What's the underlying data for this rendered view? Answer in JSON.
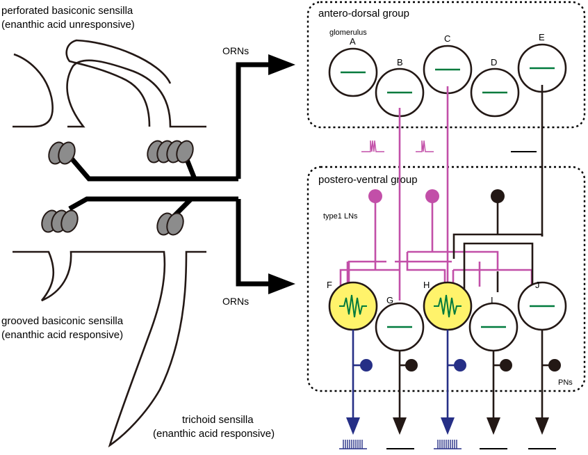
{
  "labels": {
    "perforated_line1": "perforated basiconic sensilla",
    "perforated_line2": "(enanthic acid unresponsive)",
    "grooved_line1": "grooved basiconic sensilla",
    "grooved_line2": "(enanthic acid responsive)",
    "trichoid_line1": "trichoid sensilla",
    "trichoid_line2": "(enanthic acid responsive)",
    "orns_top": "ORNs",
    "orns_bottom": "ORNs",
    "antero_dorsal": "antero-dorsal group",
    "postero_ventral": "postero-ventral group",
    "glomerulus": "glomerulus",
    "type1_lns": "type1 LNs",
    "pns": "PNs"
  },
  "glomeruli_top": [
    "A",
    "B",
    "C",
    "D",
    "E"
  ],
  "glomeruli_bottom": [
    "F",
    "G",
    "H",
    "I",
    "J"
  ],
  "colors": {
    "outline": "#231815",
    "inactive_line": "#007a3d",
    "active_fill": "#fff36b",
    "ln_magenta": "#c24fa8",
    "output_blue": "#262f86",
    "cell_gray": "#8c8c8c"
  }
}
